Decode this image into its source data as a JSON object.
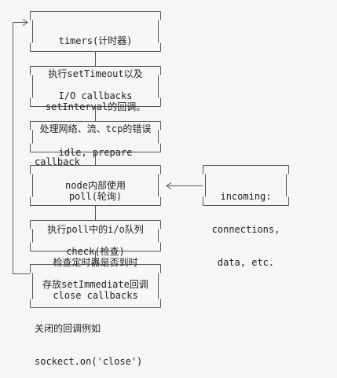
{
  "stages": [
    {
      "id": "timers",
      "lines": [
        "timers(计时器)",
        "执行setTimeout以及",
        "setInterval的回调。"
      ]
    },
    {
      "id": "io",
      "lines": [
        "I/O callbacks",
        "处理网络、流、tcp的错误",
        "callback"
      ]
    },
    {
      "id": "idle",
      "lines": [
        "idle, prepare",
        "node内部使用"
      ]
    },
    {
      "id": "poll",
      "lines": [
        "poll(轮询)",
        "执行poll中的i/o队列",
        "检查定时器是否到时"
      ]
    },
    {
      "id": "check",
      "lines": [
        "check(检查)",
        "存放setImmediate回调"
      ]
    },
    {
      "id": "close",
      "lines": [
        "close callbacks",
        "关闭的回调例如",
        "sockect.on('close')"
      ]
    }
  ],
  "incoming": {
    "lines": [
      "incoming:",
      "connections,",
      "data, etc."
    ]
  },
  "colors": {
    "line": "#555555",
    "text": "#222222",
    "background": "#f6f6f6"
  }
}
